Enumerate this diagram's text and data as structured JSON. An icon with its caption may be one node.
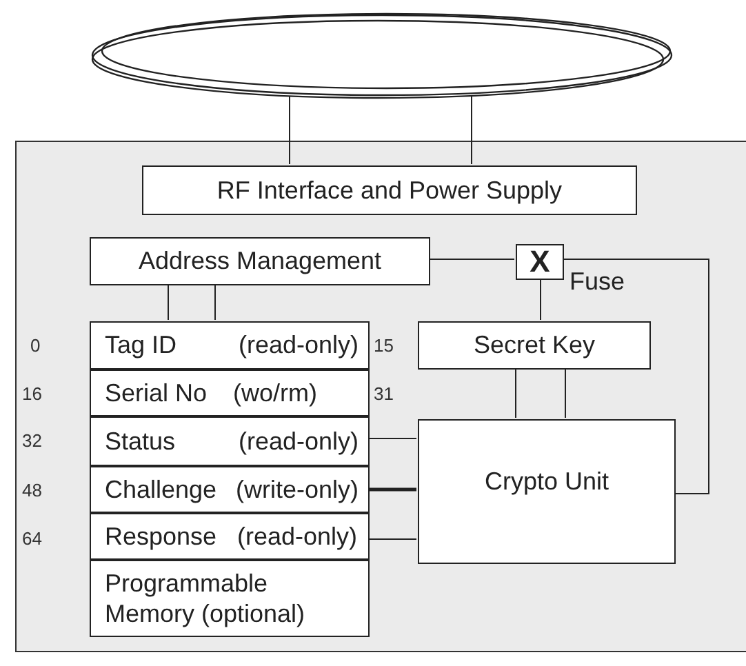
{
  "diagram": {
    "nodes": [
      {
        "text": [],
        "shape": "circle"
      },
      {
        "text": [],
        "shape": "box"
      },
      {
        "text": [
          "RF Interface and Power Supply"
        ],
        "in": 1
      },
      {
        "text": [
          "Address Management"
        ],
        "in": 1
      },
      {
        "text": [
          "X"
        ],
        "beside": [
          "Fuse"
        ],
        "in": 1
      },
      {
        "text": [
          "Tag ID",
          "(read-only)"
        ],
        "beside": [
          "0",
          "15"
        ],
        "in": 1
      },
      {
        "text": [
          "Secret Key"
        ],
        "in": 1
      },
      {
        "text": [
          "Serial No",
          "(wo/rm)"
        ],
        "beside": [
          "16",
          "31"
        ],
        "in": 1
      },
      {
        "text": [
          "Status",
          "(read-only)"
        ],
        "beside": [
          "32"
        ],
        "in": 1
      },
      {
        "text": [
          "Crypto Unit"
        ],
        "in": 1
      },
      {
        "text": [
          "Challenge",
          "(write-only)"
        ],
        "beside": [
          "48"
        ],
        "in": 1
      },
      {
        "text": [
          "Response",
          "(read-only)"
        ],
        "beside": [
          "64"
        ],
        "in": 1
      },
      {
        "text": [
          "Programmable Memory (optional)"
        ],
        "in": 1
      }
    ],
    "edges": [
      {
        "from": 0,
        "to": 2,
        "arrow": "none"
      },
      {
        "from": 0,
        "to": 2,
        "arrow": "none"
      },
      {
        "from": 3,
        "to": 5,
        "arrow": "none"
      },
      {
        "from": 3,
        "to": 5,
        "arrow": "none"
      },
      {
        "from": 3,
        "to": 4,
        "arrow": "none"
      },
      {
        "from": 4,
        "to": 9,
        "arrow": "none"
      },
      {
        "from": 4,
        "to": 6,
        "arrow": "none"
      },
      {
        "from": 6,
        "to": 9,
        "arrow": "none"
      },
      {
        "from": 6,
        "to": 9,
        "arrow": "none"
      },
      {
        "from": 8,
        "to": 9,
        "arrow": "none"
      },
      {
        "from": 10,
        "to": 9,
        "arrow": "none",
        "style": "thick"
      },
      {
        "from": 11,
        "to": 9,
        "arrow": "none"
      }
    ]
  }
}
